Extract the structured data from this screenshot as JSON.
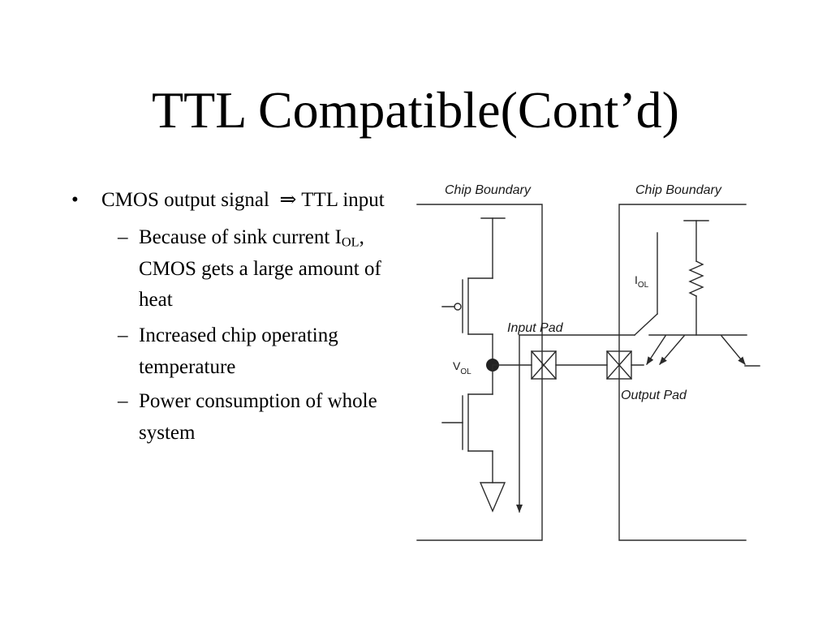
{
  "slide": {
    "title": "TTL Compatible(Cont’d)",
    "bullets": [
      {
        "marker": "•",
        "text": "CMOS output signal  ⇒ TTL input"
      }
    ],
    "sub_bullets": [
      {
        "marker": "–",
        "text_before": "Because of sink current I",
        "subscript": "OL",
        "text_after": ", CMOS gets a large amount of heat"
      },
      {
        "marker": "–",
        "text": "Increased chip operating temperature"
      },
      {
        "marker": "–",
        "text": "Power consumption of whole system"
      }
    ]
  },
  "diagram": {
    "chip_boundary_left_label": "Chip Boundary",
    "chip_boundary_right_label": "Chip Boundary",
    "input_pad_label": "Input Pad",
    "output_pad_label": "Output Pad",
    "current_label": {
      "main": "I",
      "subscript": "OL"
    },
    "voltage_label": {
      "main": "V",
      "subscript": "OL"
    }
  }
}
